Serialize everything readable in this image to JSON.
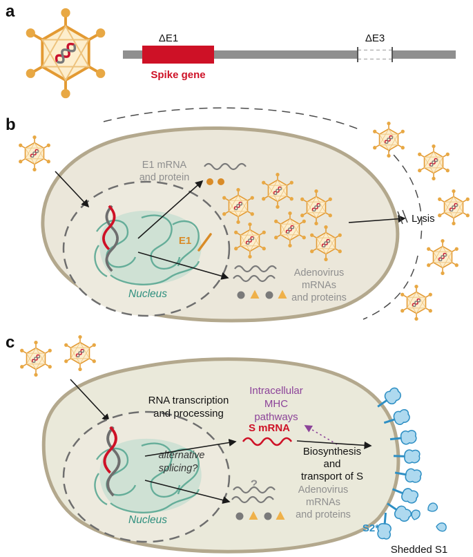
{
  "figure": {
    "panel_a": {
      "label": "a",
      "delta_e1": "ΔE1",
      "spike_gene": "Spike gene",
      "delta_e3": "ΔE3"
    },
    "panel_b": {
      "label": "b",
      "e1_mrna_line1": "E1 mRNA",
      "e1_mrna_line2": "and protein",
      "e1_gene": "E1",
      "nucleus_label": "Nucleus",
      "adeno_line1": "Adenovirus",
      "adeno_line2": "mRNAs",
      "adeno_line3": "and proteins",
      "lysis_label": "Lysis"
    },
    "panel_c": {
      "label": "c",
      "rna_line1": "RNA transcription",
      "rna_line2": "and processing",
      "mhc_line1": "Intracellular",
      "mhc_line2": "MHC",
      "mhc_line3": "pathways",
      "alt_line1": "alternative",
      "alt_line2": "splicing?",
      "s_mrna": "S mRNA",
      "bio_line1": "Biosynthesis",
      "bio_line2": "and",
      "bio_line3": "transport of S",
      "question_mark": "?",
      "nucleus_label": "Nucleus",
      "adeno_line1": "Adenovirus",
      "adeno_line2": "mRNAs",
      "adeno_line3": "and proteins",
      "s2_label": "S2*",
      "shedded_s1": "Shedded S1"
    },
    "colors": {
      "virus_orange": "#E39A33",
      "genome_red": "#CE1126",
      "gray_text": "#8F8F8F",
      "teal_nucleus": "#2E8F7E",
      "purple_mhc": "#8C4399",
      "spike_blue": "#2E8FC4",
      "cell_fill": "#ECE8DC",
      "cell_border": "#B3A88D"
    }
  }
}
